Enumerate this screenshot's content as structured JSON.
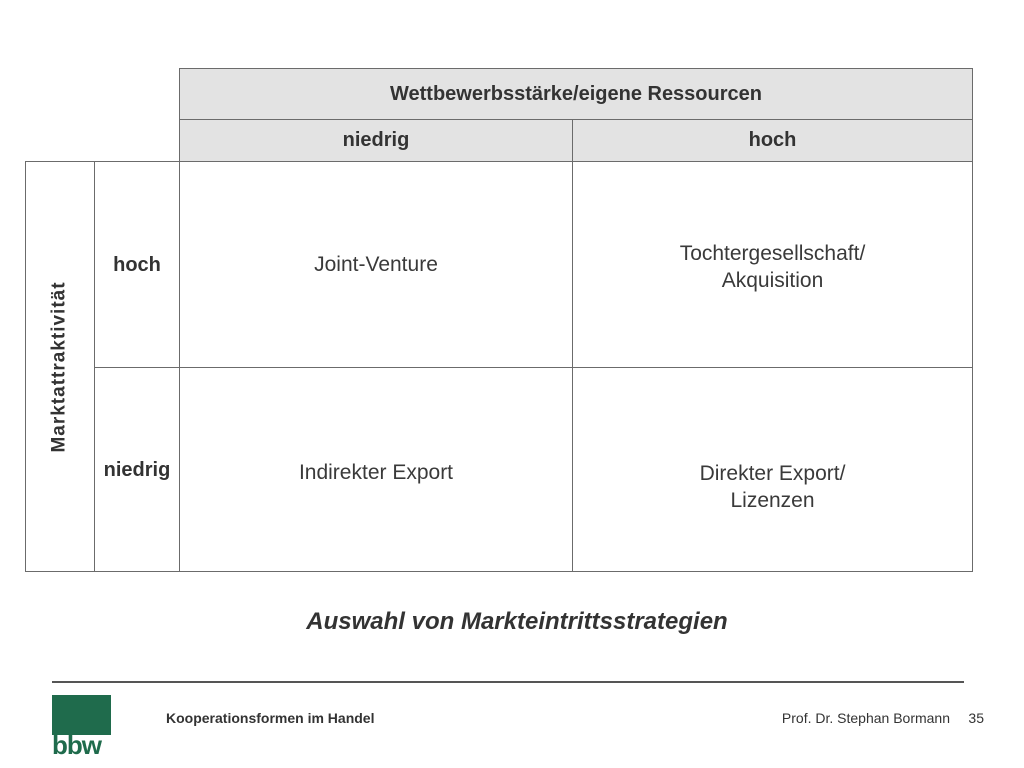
{
  "matrix": {
    "column_header_title": "Wettbewerbsstärke/eigene Ressourcen",
    "column_low": "niedrig",
    "column_high": "hoch",
    "row_axis_title": "Marktattraktivität",
    "row_high": "hoch",
    "row_low": "niedrig",
    "cells": {
      "high_low": [
        "Joint-Venture"
      ],
      "high_high": [
        "Tochtergesellschaft/",
        "Akquisition"
      ],
      "low_low": [
        "Indirekter Export"
      ],
      "low_high": [
        "Direkter Export/",
        "Lizenzen"
      ]
    }
  },
  "caption": "Auswahl von Markteintrittsstrategien",
  "footer": {
    "left_text": "Kooperationsformen im Handel",
    "author": "Prof. Dr. Stephan Bormann",
    "page_number": "35",
    "logo_text": "bbw"
  },
  "colors": {
    "header_fill": "#e3e3e3",
    "border": "#6b6b6b",
    "logo_green": "#1f6b4c"
  }
}
